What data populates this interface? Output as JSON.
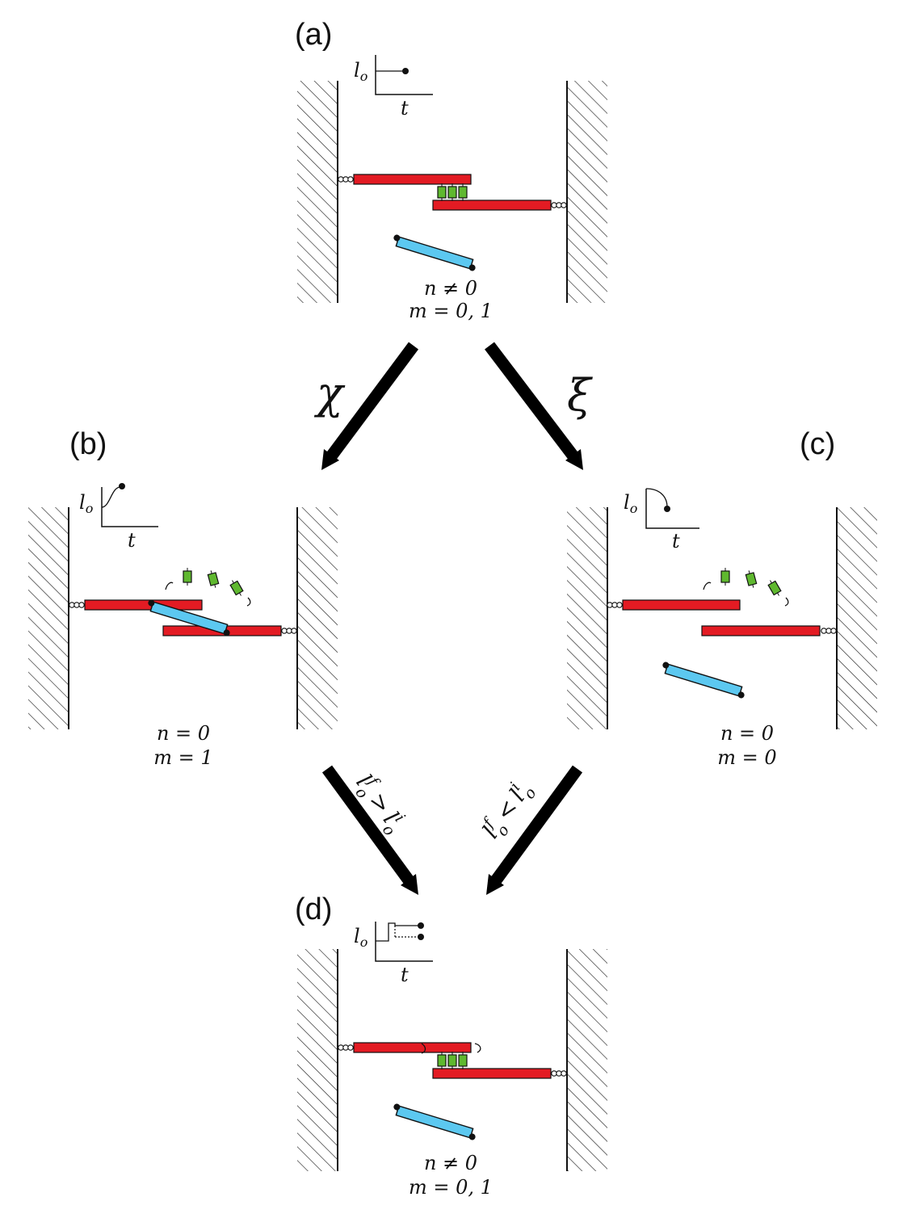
{
  "panels": {
    "a": {
      "label": "(a)",
      "axis_y": "l",
      "axis_y_sub": "o",
      "axis_x": "t",
      "state_line1": "n ≠ 0",
      "state_line2": "m = 0, 1"
    },
    "b": {
      "label": "(b)",
      "axis_y": "l",
      "axis_y_sub": "o",
      "axis_x": "t",
      "state_line1": "n = 0",
      "state_line2": "m = 1"
    },
    "c": {
      "label": "(c)",
      "axis_y": "l",
      "axis_y_sub": "o",
      "axis_x": "t",
      "state_line1": "n = 0",
      "state_line2": "m = 0"
    },
    "d": {
      "label": "(d)",
      "axis_y": "l",
      "axis_y_sub": "o",
      "axis_x": "t",
      "state_line1": "n ≠ 0",
      "state_line2": "m = 0, 1"
    }
  },
  "transitions": {
    "a_to_b": {
      "symbol": "χ"
    },
    "a_to_c": {
      "symbol": "ξ"
    },
    "b_to_d": {
      "lhs": "l",
      "lhs_sup": "f",
      "lhs_sub": "o",
      "relation": ">",
      "rhs": "l",
      "rhs_sup": "i",
      "rhs_sub": "o"
    },
    "c_to_d": {
      "lhs": "l",
      "lhs_sup": "f",
      "lhs_sub": "o",
      "relation": "<",
      "rhs": "l",
      "rhs_sup": "i",
      "rhs_sub": "o"
    }
  },
  "colors": {
    "filament": "#e31b23",
    "motor": "#5fb82f",
    "crosslinker": "#5cc8f0",
    "arrow": "#000000"
  }
}
